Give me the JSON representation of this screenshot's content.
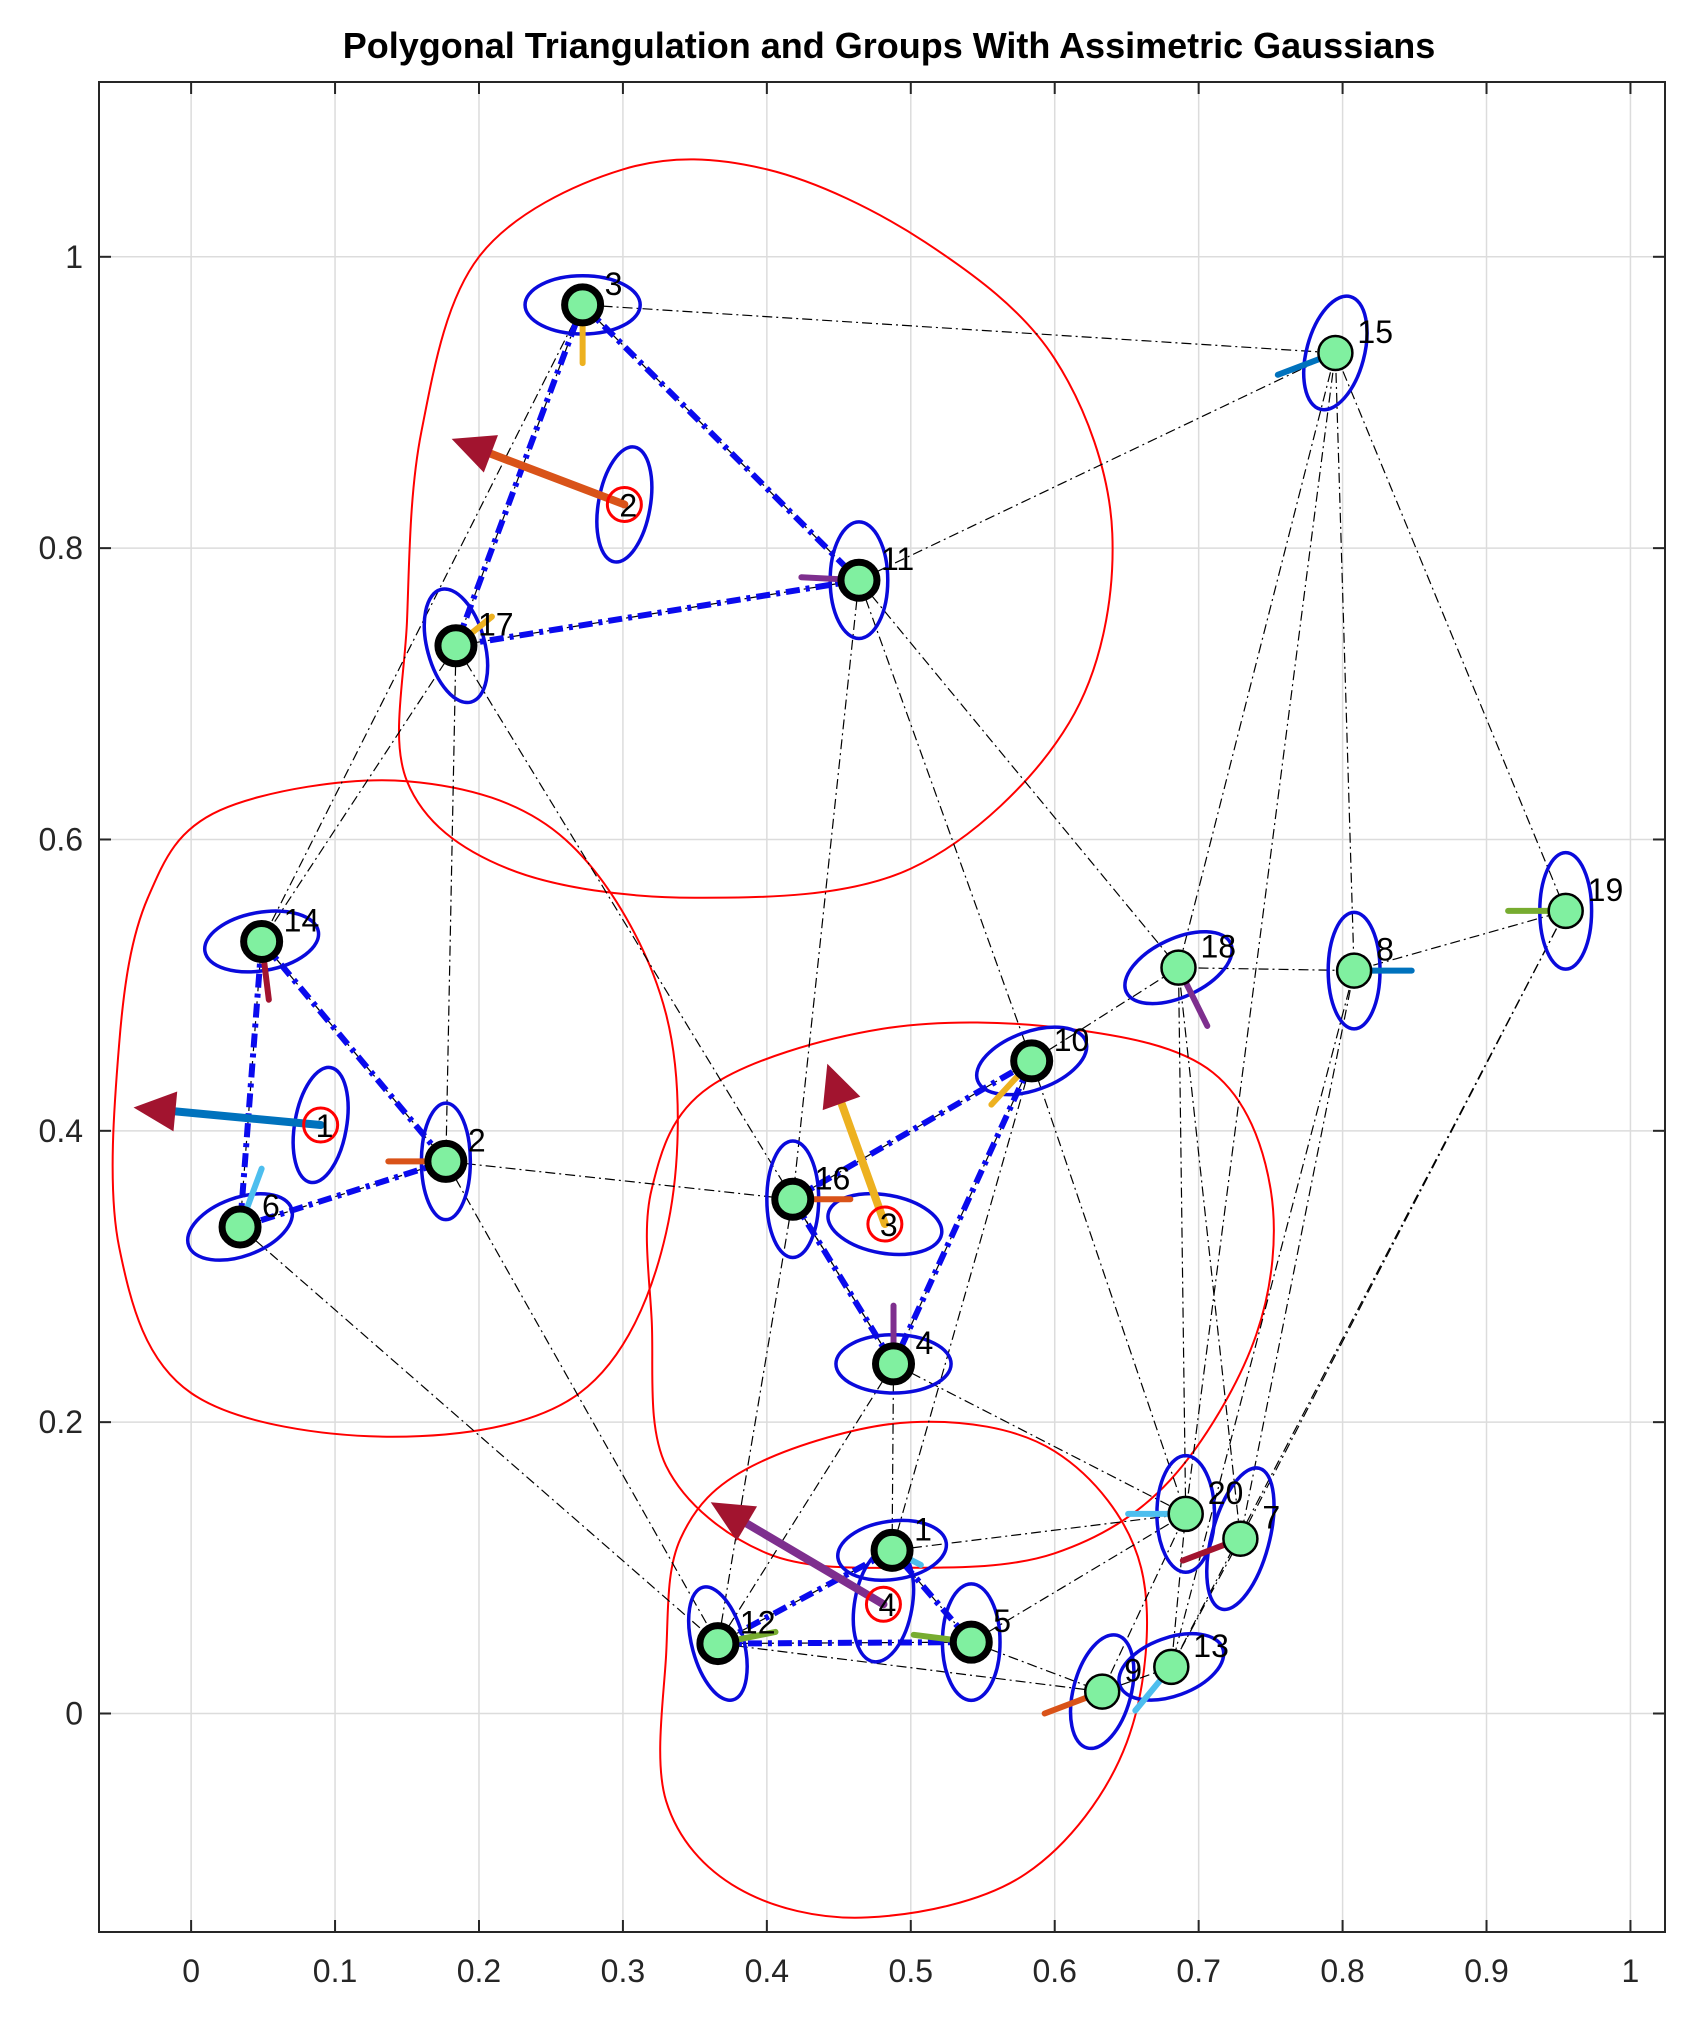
{
  "chart_data": {
    "type": "scatter",
    "title": "Polygonal Triangulation and Groups With Assimetric Gaussians",
    "xlabel": "",
    "ylabel": "",
    "xlim": [
      -0.064,
      1.024
    ],
    "ylim": [
      -0.15,
      1.12
    ],
    "xticks": [
      0,
      0.1,
      0.2,
      0.3,
      0.4,
      0.5,
      0.6,
      0.7,
      0.8,
      0.9,
      1
    ],
    "xtick_labels": [
      "0",
      "0.1",
      "0.2",
      "0.3",
      "0.4",
      "0.5",
      "0.6",
      "0.7",
      "0.8",
      "0.9",
      "1"
    ],
    "yticks": [
      0,
      0.2,
      0.4,
      0.6,
      0.8,
      1
    ],
    "ytick_labels": [
      "0",
      "0.2",
      "0.4",
      "0.6",
      "0.8",
      "1"
    ],
    "grid": true,
    "colors": {
      "node_fill": "#80f0a0",
      "group_node_edge": "#000000",
      "ellipse": "#0a0adc",
      "triangle_edge": "#0a0aee",
      "triangulation_edge": "#000000",
      "group_boundary": "#ff0000",
      "group_center": "#ff0000",
      "group_arrow": "#a2142f"
    },
    "nodes": [
      {
        "id": "1",
        "x": 0.487,
        "y": 0.112,
        "grouped": true,
        "rx": 0.038,
        "ry": 0.02,
        "angle": -8,
        "dir": {
          "dx": 0.02,
          "dy": -0.01,
          "color": "#4dbeee"
        }
      },
      {
        "id": "2",
        "x": 0.177,
        "y": 0.379,
        "grouped": true,
        "rx": 0.017,
        "ry": 0.04,
        "angle": 0,
        "dir": {
          "dx": -0.04,
          "dy": 0.0,
          "color": "#d95319"
        }
      },
      {
        "id": "3",
        "x": 0.272,
        "y": 0.967,
        "grouped": true,
        "rx": 0.04,
        "ry": 0.02,
        "angle": 0,
        "dir": {
          "dx": 0.0,
          "dy": -0.04,
          "color": "#edb120"
        }
      },
      {
        "id": "4",
        "x": 0.488,
        "y": 0.24,
        "grouped": true,
        "rx": 0.04,
        "ry": 0.02,
        "angle": 0,
        "dir": {
          "dx": 0.0,
          "dy": 0.04,
          "color": "#7e2f8e"
        }
      },
      {
        "id": "5",
        "x": 0.542,
        "y": 0.049,
        "grouped": true,
        "rx": 0.02,
        "ry": 0.04,
        "angle": 0,
        "dir": {
          "dx": -0.04,
          "dy": 0.005,
          "color": "#77ac30"
        }
      },
      {
        "id": "6",
        "x": 0.034,
        "y": 0.334,
        "grouped": true,
        "rx": 0.038,
        "ry": 0.02,
        "angle": -20,
        "dir": {
          "dx": 0.015,
          "dy": 0.04,
          "color": "#4dbeee"
        }
      },
      {
        "id": "7",
        "x": 0.729,
        "y": 0.12,
        "grouped": false,
        "rx": 0.02,
        "ry": 0.05,
        "angle": 15,
        "dir": {
          "dx": -0.04,
          "dy": -0.015,
          "color": "#a2142f"
        }
      },
      {
        "id": "8",
        "x": 0.808,
        "y": 0.51,
        "grouped": false,
        "rx": 0.018,
        "ry": 0.04,
        "angle": 0,
        "dir": {
          "dx": 0.04,
          "dy": 0.0,
          "color": "#0072bd"
        }
      },
      {
        "id": "9",
        "x": 0.633,
        "y": 0.015,
        "grouped": false,
        "rx": 0.02,
        "ry": 0.04,
        "angle": 15,
        "dir": {
          "dx": -0.04,
          "dy": -0.015,
          "color": "#d95319"
        }
      },
      {
        "id": "10",
        "x": 0.584,
        "y": 0.448,
        "grouped": true,
        "rx": 0.04,
        "ry": 0.02,
        "angle": -20,
        "dir": {
          "dx": -0.028,
          "dy": -0.03,
          "color": "#edb120"
        }
      },
      {
        "id": "11",
        "x": 0.464,
        "y": 0.778,
        "grouped": true,
        "rx": 0.02,
        "ry": 0.04,
        "angle": 0,
        "dir": {
          "dx": -0.04,
          "dy": 0.002,
          "color": "#7e2f8e"
        }
      },
      {
        "id": "12",
        "x": 0.366,
        "y": 0.048,
        "grouped": true,
        "rx": 0.018,
        "ry": 0.04,
        "angle": -15,
        "dir": {
          "dx": 0.04,
          "dy": 0.008,
          "color": "#77ac30"
        }
      },
      {
        "id": "13",
        "x": 0.681,
        "y": 0.032,
        "grouped": false,
        "rx": 0.038,
        "ry": 0.02,
        "angle": -20,
        "dir": {
          "dx": -0.025,
          "dy": -0.03,
          "color": "#4dbeee"
        }
      },
      {
        "id": "14",
        "x": 0.049,
        "y": 0.53,
        "grouped": true,
        "rx": 0.04,
        "ry": 0.02,
        "angle": -10,
        "dir": {
          "dx": 0.005,
          "dy": -0.04,
          "color": "#a2142f"
        }
      },
      {
        "id": "15",
        "x": 0.795,
        "y": 0.934,
        "grouped": false,
        "rx": 0.02,
        "ry": 0.04,
        "angle": 15,
        "dir": {
          "dx": -0.04,
          "dy": -0.015,
          "color": "#0072bd"
        }
      },
      {
        "id": "16",
        "x": 0.418,
        "y": 0.353,
        "grouped": true,
        "rx": 0.018,
        "ry": 0.04,
        "angle": 0,
        "dir": {
          "dx": 0.04,
          "dy": 0.0,
          "color": "#d95319"
        }
      },
      {
        "id": "17",
        "x": 0.184,
        "y": 0.733,
        "grouped": true,
        "rx": 0.02,
        "ry": 0.04,
        "angle": -15,
        "dir": {
          "dx": 0.025,
          "dy": 0.02,
          "color": "#edb120"
        }
      },
      {
        "id": "18",
        "x": 0.686,
        "y": 0.512,
        "grouped": false,
        "rx": 0.04,
        "ry": 0.02,
        "angle": -25,
        "dir": {
          "dx": 0.02,
          "dy": -0.04,
          "color": "#7e2f8e"
        }
      },
      {
        "id": "19",
        "x": 0.955,
        "y": 0.551,
        "grouped": false,
        "rx": 0.018,
        "ry": 0.04,
        "angle": 0,
        "dir": {
          "dx": -0.04,
          "dy": 0.0,
          "color": "#77ac30"
        }
      },
      {
        "id": "20",
        "x": 0.691,
        "y": 0.137,
        "grouped": false,
        "rx": 0.02,
        "ry": 0.04,
        "angle": 0,
        "dir": {
          "dx": -0.04,
          "dy": 0.0,
          "color": "#4dbeee"
        }
      }
    ],
    "triangulation_edges": [
      [
        "3",
        "15"
      ],
      [
        "3",
        "11"
      ],
      [
        "3",
        "17"
      ],
      [
        "3",
        "14"
      ],
      [
        "11",
        "15"
      ],
      [
        "11",
        "17"
      ],
      [
        "11",
        "16"
      ],
      [
        "11",
        "18"
      ],
      [
        "11",
        "10"
      ],
      [
        "17",
        "14"
      ],
      [
        "17",
        "2"
      ],
      [
        "17",
        "4"
      ],
      [
        "15",
        "18"
      ],
      [
        "15",
        "8"
      ],
      [
        "15",
        "19"
      ],
      [
        "15",
        "20"
      ],
      [
        "14",
        "2"
      ],
      [
        "14",
        "6"
      ],
      [
        "6",
        "2"
      ],
      [
        "6",
        "12"
      ],
      [
        "2",
        "16"
      ],
      [
        "2",
        "12"
      ],
      [
        "16",
        "12"
      ],
      [
        "16",
        "4"
      ],
      [
        "16",
        "10"
      ],
      [
        "10",
        "4"
      ],
      [
        "10",
        "20"
      ],
      [
        "10",
        "18"
      ],
      [
        "10",
        "1"
      ],
      [
        "18",
        "8"
      ],
      [
        "18",
        "20"
      ],
      [
        "18",
        "7"
      ],
      [
        "8",
        "19"
      ],
      [
        "8",
        "7"
      ],
      [
        "8",
        "13"
      ],
      [
        "19",
        "7"
      ],
      [
        "19",
        "13"
      ],
      [
        "4",
        "1"
      ],
      [
        "4",
        "20"
      ],
      [
        "4",
        "12"
      ],
      [
        "1",
        "12"
      ],
      [
        "1",
        "5"
      ],
      [
        "1",
        "20"
      ],
      [
        "12",
        "5"
      ],
      [
        "12",
        "9"
      ],
      [
        "5",
        "9"
      ],
      [
        "5",
        "20"
      ],
      [
        "9",
        "13"
      ],
      [
        "9",
        "20"
      ],
      [
        "13",
        "20"
      ],
      [
        "13",
        "7"
      ]
    ],
    "triangles": [
      [
        "3",
        "11",
        "17"
      ],
      [
        "14",
        "2",
        "6"
      ],
      [
        "16",
        "10",
        "4"
      ],
      [
        "1",
        "12",
        "5"
      ]
    ],
    "groups": [
      {
        "id": "1",
        "cx": 0.09,
        "cy": 0.404,
        "erx": 0.018,
        "ery": 0.04,
        "arrow": {
          "dx": -0.13,
          "dy": 0.012,
          "color": "#0072bd"
        },
        "boundary": [
          [
            0.02,
            0.62
          ],
          [
            0.15,
            0.64
          ],
          [
            0.26,
            0.6
          ],
          [
            0.33,
            0.48
          ],
          [
            0.33,
            0.33
          ],
          [
            0.27,
            0.22
          ],
          [
            0.14,
            0.19
          ],
          [
            0.0,
            0.22
          ],
          [
            -0.05,
            0.32
          ],
          [
            -0.05,
            0.46
          ],
          [
            -0.03,
            0.56
          ]
        ]
      },
      {
        "id": "2",
        "cx": 0.301,
        "cy": 0.83,
        "erx": 0.018,
        "ery": 0.04,
        "arrow": {
          "dx": -0.12,
          "dy": 0.045,
          "color": "#d95319"
        },
        "boundary": [
          [
            0.2,
            1.0
          ],
          [
            0.3,
            1.06
          ],
          [
            0.4,
            1.06
          ],
          [
            0.51,
            1.01
          ],
          [
            0.6,
            0.93
          ],
          [
            0.64,
            0.81
          ],
          [
            0.61,
            0.68
          ],
          [
            0.5,
            0.58
          ],
          [
            0.35,
            0.56
          ],
          [
            0.22,
            0.58
          ],
          [
            0.15,
            0.64
          ],
          [
            0.15,
            0.75
          ],
          [
            0.16,
            0.88
          ]
        ]
      },
      {
        "id": "3",
        "cx": 0.482,
        "cy": 0.336,
        "erx": 0.04,
        "ery": 0.02,
        "arrow": {
          "dx": -0.04,
          "dy": 0.11,
          "color": "#edb120"
        },
        "boundary": [
          [
            0.36,
            0.43
          ],
          [
            0.48,
            0.47
          ],
          [
            0.61,
            0.47
          ],
          [
            0.71,
            0.44
          ],
          [
            0.75,
            0.36
          ],
          [
            0.74,
            0.26
          ],
          [
            0.68,
            0.16
          ],
          [
            0.6,
            0.11
          ],
          [
            0.5,
            0.1
          ],
          [
            0.4,
            0.11
          ],
          [
            0.33,
            0.17
          ],
          [
            0.32,
            0.27
          ],
          [
            0.32,
            0.36
          ]
        ]
      },
      {
        "id": "4",
        "cx": 0.481,
        "cy": 0.075,
        "erx": 0.02,
        "ery": 0.04,
        "arrow": {
          "dx": -0.12,
          "dy": 0.07,
          "color": "#7e2f8e"
        },
        "boundary": [
          [
            0.39,
            0.17
          ],
          [
            0.5,
            0.2
          ],
          [
            0.6,
            0.18
          ],
          [
            0.66,
            0.1
          ],
          [
            0.65,
            -0.02
          ],
          [
            0.58,
            -0.11
          ],
          [
            0.47,
            -0.14
          ],
          [
            0.38,
            -0.12
          ],
          [
            0.33,
            -0.06
          ],
          [
            0.33,
            0.04
          ],
          [
            0.34,
            0.12
          ]
        ]
      }
    ]
  }
}
